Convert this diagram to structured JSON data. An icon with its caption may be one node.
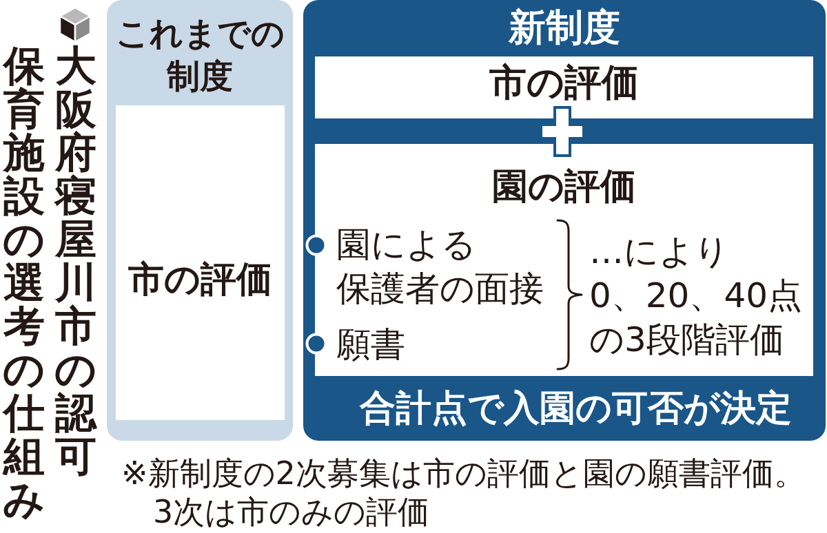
{
  "diagram": {
    "title": "大阪府寝屋川市の認可保育施設の選考の仕組み",
    "nodes": [
      {
        "text": [
          "これまでの制度"
        ]
      },
      {
        "text": [
          "市の評価"
        ],
        "in": 0
      },
      {
        "text": [
          "新制度",
          "合計点で入園の可否が決定"
        ]
      },
      {
        "text": [
          "市の評価"
        ],
        "in": 2
      },
      {
        "text": [
          "園の評価",
          "園による保護者の面接",
          "願書",
          "…により0、20、40点の3段階評価"
        ],
        "in": 2
      }
    ],
    "labels": [
      "※新制度の2次募集は市の評価と園の願書評価。3次は市のみの評価"
    ]
  }
}
